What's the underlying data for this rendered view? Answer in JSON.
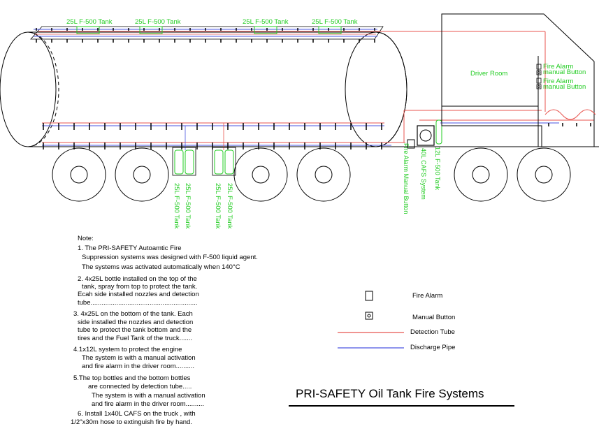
{
  "labels": {
    "top_tank_1": "25L F-500 Tank",
    "top_tank_2": "25L F-500 Tank",
    "top_tank_3": "25L F-500 Tank",
    "top_tank_4": "25L F-500 Tank",
    "bottom_tank_1": "25L F-500 Tank",
    "bottom_tank_2": "25L F-500 Tank",
    "bottom_tank_3": "25L F-500 Tank",
    "bottom_tank_4": "25L F-500 Tank",
    "driver_room": "Driver Room",
    "fire_alarm_a": "Fire Alarm",
    "manual_button_a": "manual Button",
    "fire_alarm_b": "Fire Alarm",
    "manual_button_b": "manual Button",
    "fire_alarm_manual_vertical": "Fire Alarm Manual Button",
    "cafs_vertical": "40L CAFS System",
    "engine_tank_vertical": "12L F-500 Tank"
  },
  "notes": [
    "Note:",
    "1. The PRI-SAFETY Autoamtic Fire",
    "Suppression systems was designed  with F-500 liquid agent.",
    "The systems was activated automatically  when 140°C",
    "2. 4x25L bottle installed on the top of the",
    "tank, spray from top to protect the tank.",
    "Ecah side installed nozzles and detection",
    "tube..........................................................",
    "3. 4x25L on the bottom of the tank. Each",
    "side installed the nozzles and detection",
    "tube to protect the tank bottom and the",
    "tires and the Fuel Tank of the truck.......",
    "4.1x12L system to protect the engine",
    "The system is with a manual activation",
    "and fire alarm in the driver room..........",
    "5.The top bottles and the bottom bottles",
    "are connected by detection tube.....",
    "The system is with a manual activation",
    "and fire alarm in the driver room..........",
    "6.  Install 1x40L CAFS on the truck , with",
    "1/2\"x30m hose to extinguish fire by hand."
  ],
  "legend": {
    "fire_alarm": "Fire Alarm",
    "manual_button": "Manual Button",
    "detection_tube": "Detection Tube",
    "discharge_pipe": "Discharge Pipe"
  },
  "title": "PRI-SAFETY Oil Tank Fire Systems",
  "colors": {
    "detection_tube": "#e8554f",
    "discharge_pipe": "#4a55e0",
    "tank_label": "#22cc22",
    "outline": "#000000"
  }
}
